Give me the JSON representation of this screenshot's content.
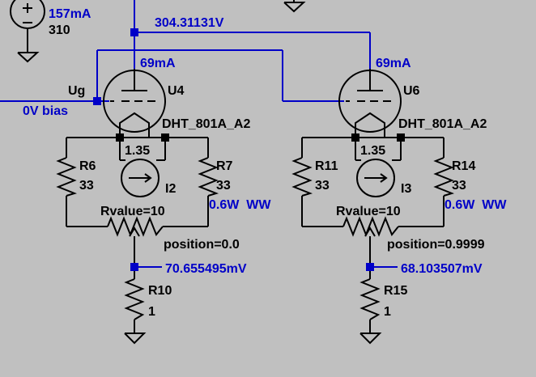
{
  "colors": {
    "background": "#c0c0c0",
    "wire": "#000000",
    "net": "#0000c8",
    "label_black": "#000000",
    "label_blue": "#0000c8"
  },
  "top_left": {
    "current": "157mA",
    "value": "310"
  },
  "supply_net": {
    "voltage": "304.31131V"
  },
  "grid": {
    "name": "Ug",
    "bias": "0V bias"
  },
  "tube_u4": {
    "ref": "U4",
    "current": "69mA",
    "model": "DHT_801A_A2"
  },
  "tube_u6": {
    "ref": "U6",
    "current": "69mA",
    "model": "DHT_801A_A2"
  },
  "left_cathode": {
    "source": {
      "ref": "I2",
      "value": "1.35"
    },
    "r_left": {
      "ref": "R6",
      "value": "33"
    },
    "r_right": {
      "ref": "R7",
      "value": "33",
      "note": "0.6W  WW"
    },
    "pot": {
      "rvalue": "Rvalue=10",
      "position": "position=0.0"
    },
    "node_voltage": "70.655495mV",
    "r_ground": {
      "ref": "R10",
      "value": "1"
    }
  },
  "right_cathode": {
    "source": {
      "ref": "I3",
      "value": "1.35"
    },
    "r_left": {
      "ref": "R11",
      "value": "33"
    },
    "r_right": {
      "ref": "R14",
      "value": "33",
      "note": "0.6W  WW"
    },
    "pot": {
      "rvalue": "Rvalue=10",
      "position": "position=0.9999"
    },
    "node_voltage": "68.103507mV",
    "r_ground": {
      "ref": "R15",
      "value": "1"
    }
  }
}
